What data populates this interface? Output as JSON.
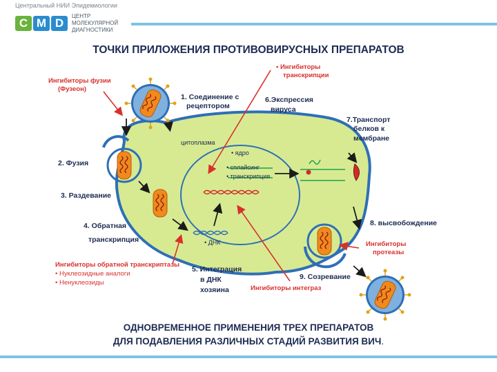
{
  "header": {
    "org_small": "Центральный НИИ Эпидемиологии",
    "logo_letters": [
      "C",
      "M",
      "D"
    ],
    "center_lines": [
      "ЦЕНТР",
      "МОЛЕКУЛЯРНОЙ",
      "ДИАГНОСТИКИ"
    ]
  },
  "title": "ТОЧКИ ПРИЛОЖЕНИЯ ПРОТИВОВИРУСНЫХ ПРЕПАРАТОВ",
  "stages": {
    "s1": [
      "1. Соединение с",
      "рецептором"
    ],
    "s2": "2. Фузия",
    "s3": "3. Раздевание",
    "s4": [
      "4. Обратная",
      "транскрипция"
    ],
    "s5": [
      "5. Интеграция",
      "в ДНК",
      "хозяина"
    ],
    "s6": [
      "6.Экспрессия",
      "вируса"
    ],
    "s7": [
      "7.Транспорт",
      "белков к",
      "мембране"
    ],
    "s8": "8. высвобождение",
    "s9": "9. Созревание"
  },
  "cell_labels": {
    "cytoplasm": "цитоплазма",
    "nucleus": "• ядро",
    "splicing": "• сплайсинг",
    "transcription": "• транскрипция",
    "dna": "• ДНК"
  },
  "inhibitors": {
    "transcription": [
      "• Ингибиторы",
      "транскрипции"
    ],
    "fusion": [
      "Ингибиторы фузии",
      "(Фузеон)"
    ],
    "rt": [
      "Ингибиторы обратной транскриптазы",
      "• Нуклеозидные аналоги",
      "• Ненуклеозиды"
    ],
    "integrase": "Ингибиторы интеграз",
    "protease": [
      "Ингибиторы",
      "протеазы"
    ]
  },
  "footer": {
    "line1": "ОДНОВРЕМЕННОЕ ПРИМЕНЕНИЯ ТРЕХ ПРЕПАРАТОВ",
    "line2": "ДЛЯ ПОДАВЛЕНИЯ РАЗЛИЧНЫХ СТАДИЙ РАЗВИТИЯ ВИЧ",
    "line2_end": "."
  },
  "colors": {
    "cell_fill": "#d7ea92",
    "cell_stroke": "#2e6fb6",
    "inhibitor_text": "#d8302b",
    "arrow_red": "#d8302b",
    "virus_core": "#f08a1d",
    "virus_envelope": "#2d6eb8",
    "text_dark": "#1d2b52"
  }
}
